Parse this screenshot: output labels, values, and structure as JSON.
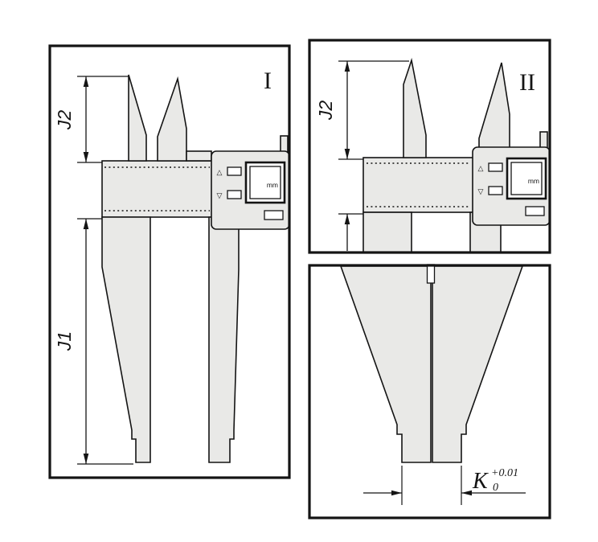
{
  "colors": {
    "body_fill": "#e9e9e7",
    "outline": "#141414",
    "panel_bg": "#ffffff"
  },
  "panel1": {
    "numeral": "I",
    "dim_j2": "J2",
    "dim_j1": "J1"
  },
  "panel2": {
    "numeral": "II",
    "dim_j2": "J2"
  },
  "panel3": {
    "dim_k": "K",
    "tol_upper": "+0.01",
    "tol_lower": "0"
  },
  "display": {
    "unit": "mm",
    "btn_up": "△",
    "btn_down": "▽"
  }
}
